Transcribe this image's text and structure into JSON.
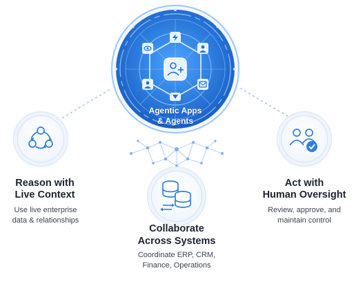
{
  "hub": {
    "label_line1": "Agentic Apps",
    "label_line2": "& Agents",
    "accent": "#2f7fe0",
    "icons": [
      "eye-icon",
      "lightning-icon",
      "person-plus-icon",
      "person-icon",
      "mail-icon",
      "shield-icon",
      "arrow-down-icon"
    ]
  },
  "reason": {
    "title_line1": "Reason with",
    "title_line2": "Live Context",
    "desc_line1": "Use live enterprise",
    "desc_line2": "data & relationships",
    "icon": "cycle-nodes-icon"
  },
  "collaborate": {
    "title_line1": "Collaborate",
    "title_line2": "Across Systems",
    "desc_line1": "Coordinate ERP, CRM,",
    "desc_line2": "Finance, Operations",
    "icon": "database-sync-icon"
  },
  "act": {
    "title_line1": "Act with",
    "title_line2": "Human Oversight",
    "desc_line1": "Review, approve, and",
    "desc_line2": "maintain control",
    "icon": "people-check-icon"
  }
}
